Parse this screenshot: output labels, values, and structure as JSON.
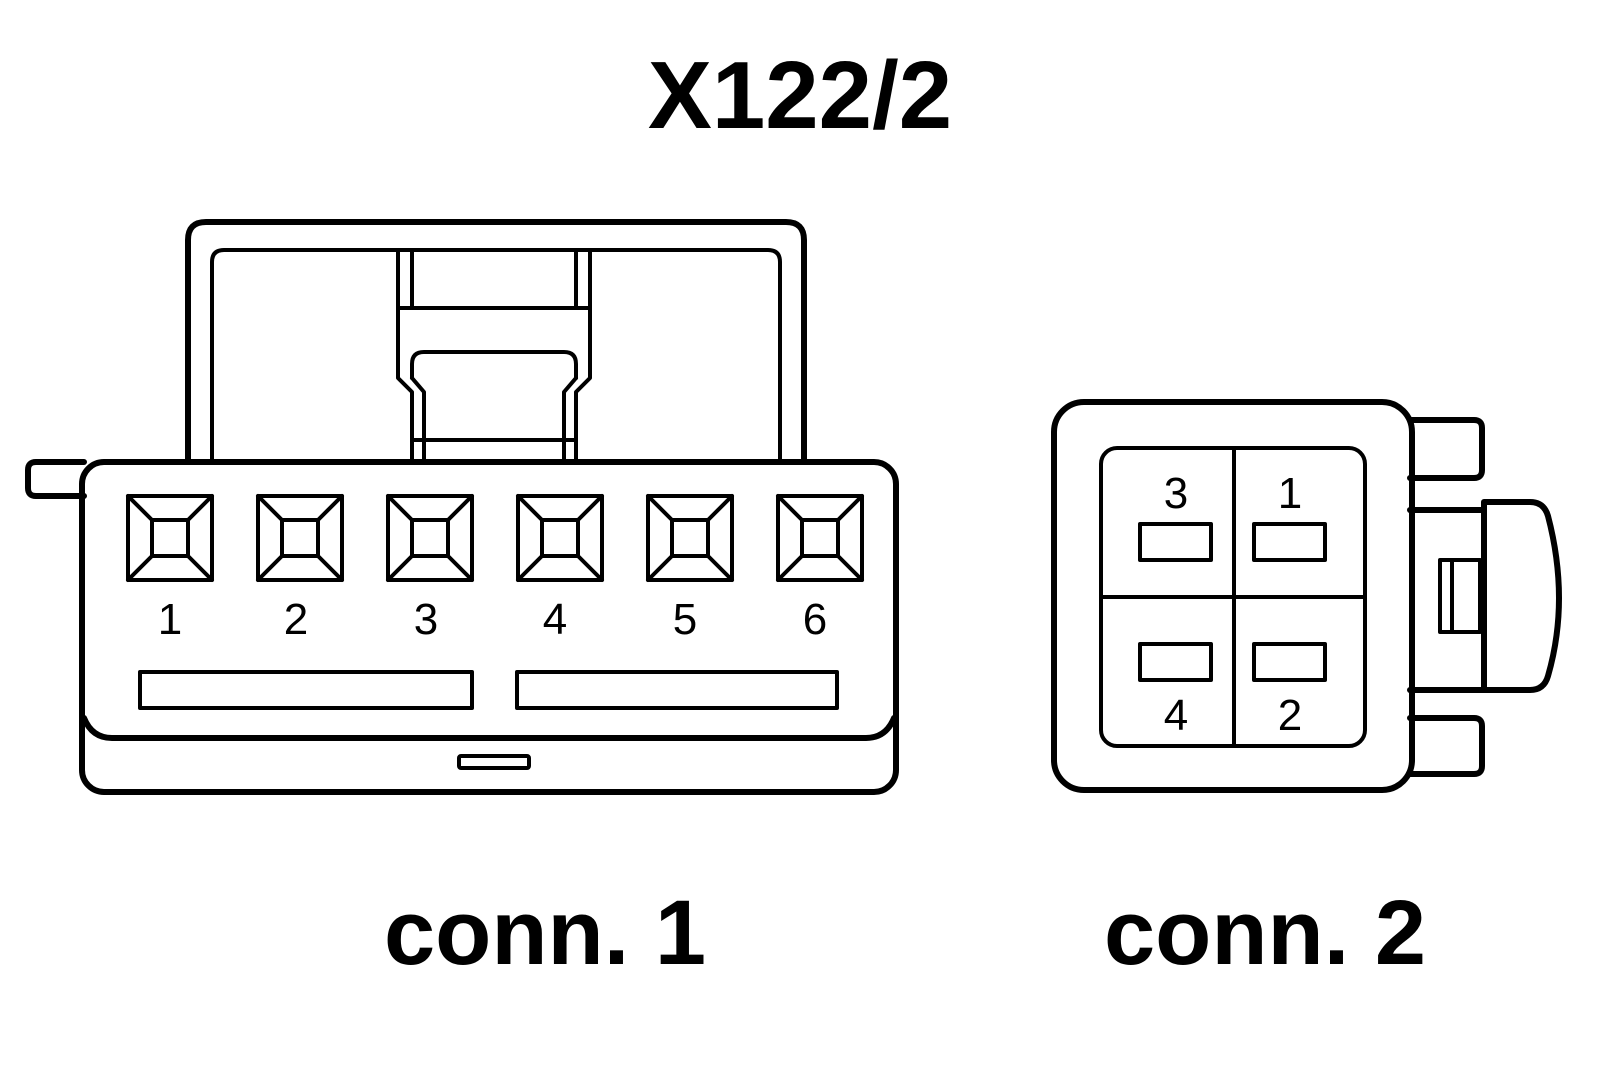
{
  "diagram": {
    "title": "X122/2",
    "connector1": {
      "caption": "conn. 1",
      "pins": [
        "1",
        "2",
        "3",
        "4",
        "5",
        "6"
      ]
    },
    "connector2": {
      "caption": "conn. 2",
      "pins": {
        "top_left": "3",
        "top_right": "1",
        "bottom_left": "4",
        "bottom_right": "2"
      }
    },
    "colors": {
      "line": "#000000",
      "background": "#ffffff"
    }
  }
}
